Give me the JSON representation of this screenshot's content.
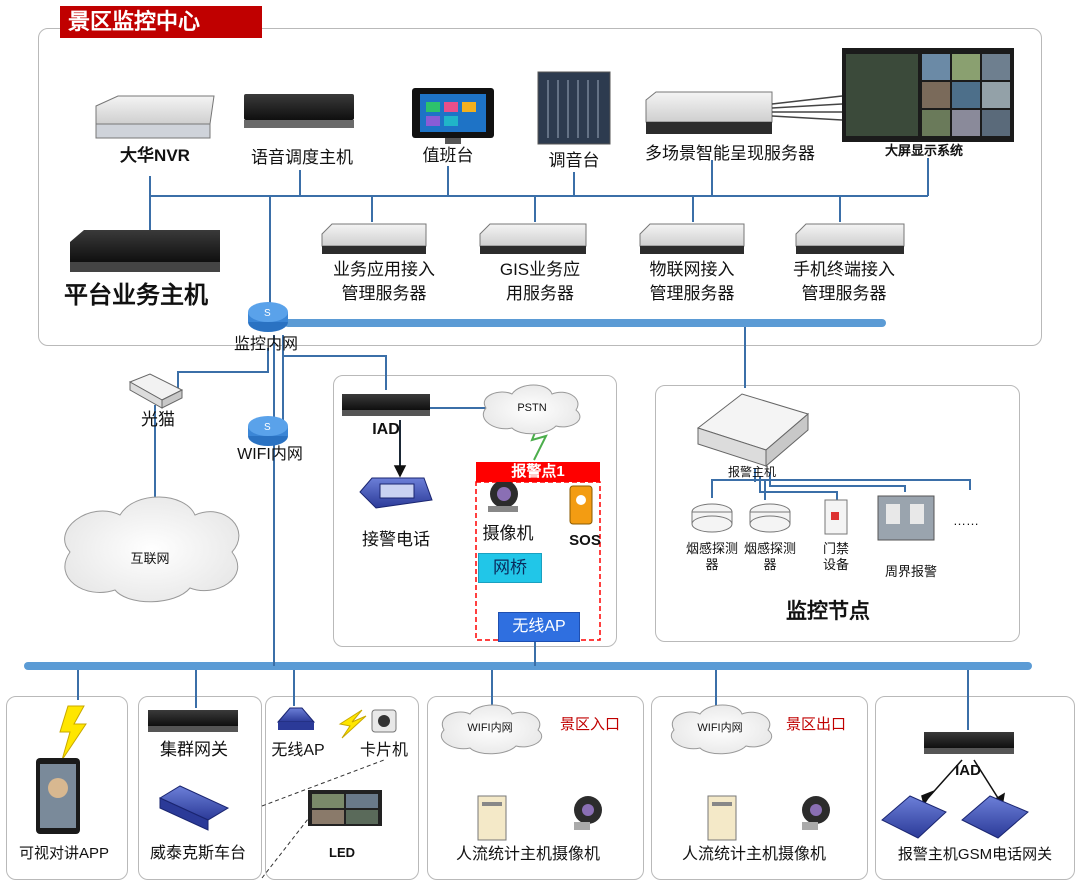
{
  "title": "景区监控中心",
  "center": {
    "top_devices": [
      "大华NVR",
      "语音调度主机",
      "值班台",
      "调音台",
      "多场景智能呈现服务器",
      "大屏显示系统"
    ],
    "platform_host": "平台业务主机",
    "servers": [
      {
        "line1": "业务应用接入",
        "line2": "管理服务器"
      },
      {
        "line1": "GIS业务应",
        "line2": "用服务器"
      },
      {
        "line1": "物联网接入",
        "line2": "管理服务器"
      },
      {
        "line1": "手机终端接入",
        "line2": "管理服务器"
      }
    ],
    "monitor_net": "监控内网"
  },
  "left": {
    "modem": "光猫",
    "wifi_net": "WIFI内网",
    "internet": "互联网"
  },
  "alarm_point": {
    "iad": "IAD",
    "pstn": "PSTN",
    "phone": "接警电话",
    "header": "报警点1",
    "camera": "摄像机",
    "sos": "SOS",
    "bridge": "网桥",
    "wireless_ap": "无线AP"
  },
  "monitor_node": {
    "alarm_host": "报警主机",
    "devices": [
      {
        "line1": "烟感探测",
        "line2": "器"
      },
      {
        "line1": "烟感探测",
        "line2": "器"
      },
      {
        "line1": "门禁",
        "line2": "设备"
      },
      {
        "line1": "周界报警",
        "line2": ""
      }
    ],
    "ellipsis": "……",
    "label": "监控节点"
  },
  "bottom": {
    "app": "可视对讲APP",
    "cluster_gateway": "集群网关",
    "vehicle_radio": "威泰克斯车台",
    "wireless_ap": "无线AP",
    "card_camera": "卡片机",
    "led": "LED",
    "entrance": {
      "wifi": "WIFI内网",
      "label": "景区入口",
      "device": "人流统计主机摄像机"
    },
    "exit": {
      "wifi": "WIFI内网",
      "label": "景区出口",
      "device": "人流统计主机摄像机"
    },
    "gsm": {
      "iad": "IAD",
      "label": "报警主机GSM电话网关"
    }
  },
  "colors": {
    "title_bg": "#c00000",
    "bus": "#5b9bd5",
    "alarm_red": "#ff0000",
    "bridge": "#21c6e8",
    "ap": "#2f6fe0",
    "area_label": "#c00000"
  }
}
